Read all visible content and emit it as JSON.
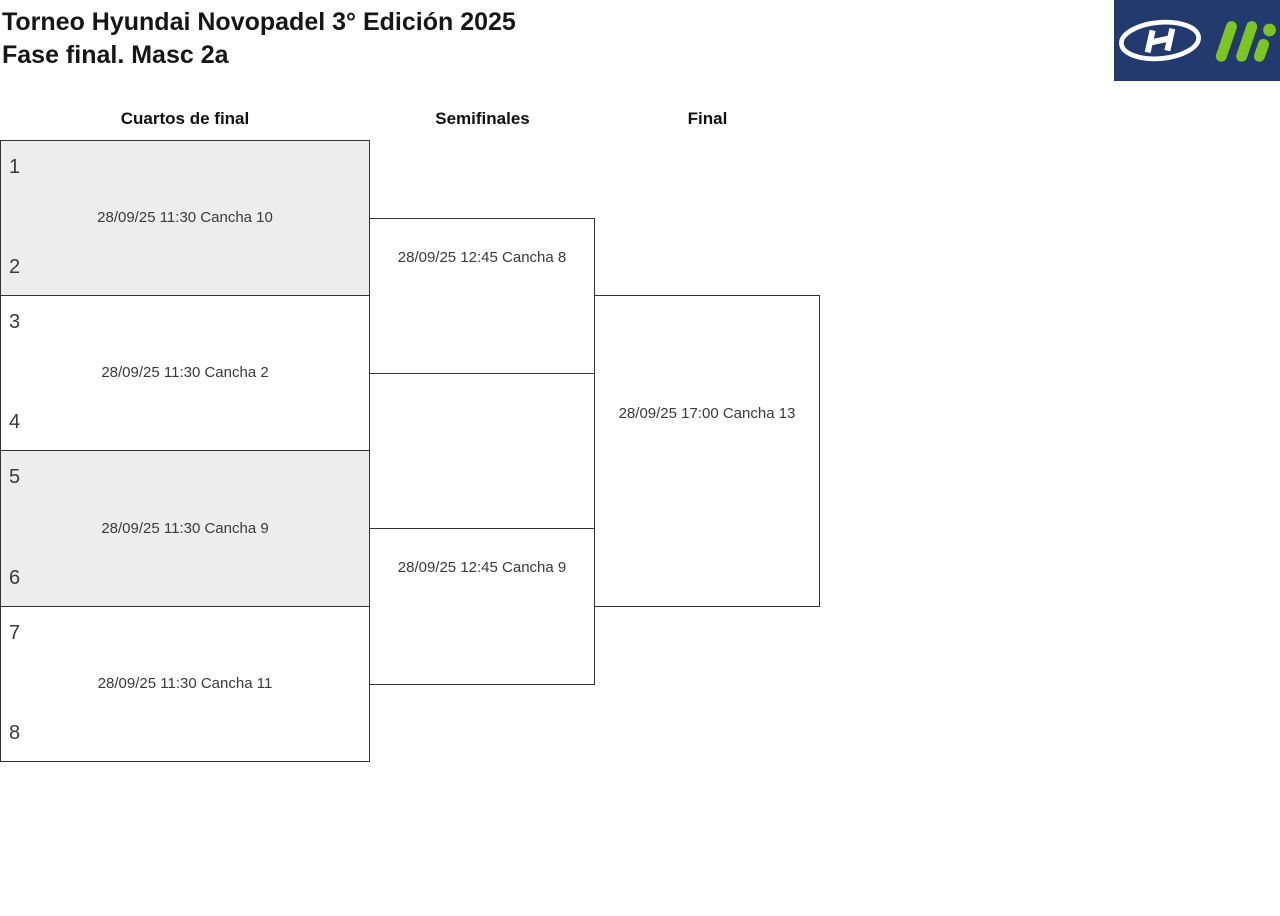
{
  "header": {
    "title_line1": "Torneo Hyundai Novopadel 3° Edición 2025",
    "title_line2": "Fase final. Masc 2a"
  },
  "branding": {
    "banner_bg": "#223a6d",
    "logos": [
      "hyundai-logo",
      "mi-logo"
    ],
    "logo_white": "#ffffff",
    "logo_green": "#7cc623"
  },
  "bracket": {
    "columns": [
      {
        "label": "Cuartos de final"
      },
      {
        "label": "Semifinales"
      },
      {
        "label": "Final"
      }
    ],
    "quarterfinals": [
      {
        "seed_top": "1",
        "seed_bottom": "2",
        "schedule": "28/09/25 11:30 Cancha 10",
        "shaded": true
      },
      {
        "seed_top": "3",
        "seed_bottom": "4",
        "schedule": "28/09/25 11:30 Cancha 2",
        "shaded": false
      },
      {
        "seed_top": "5",
        "seed_bottom": "6",
        "schedule": "28/09/25 11:30 Cancha 9",
        "shaded": true
      },
      {
        "seed_top": "7",
        "seed_bottom": "8",
        "schedule": "28/09/25 11:30 Cancha 11",
        "shaded": false
      }
    ],
    "semifinals": [
      {
        "schedule": "28/09/25 12:45 Cancha 8"
      },
      {
        "schedule": "28/09/25 12:45 Cancha 9"
      }
    ],
    "final": {
      "schedule": "28/09/25 17:00 Cancha 13"
    }
  }
}
